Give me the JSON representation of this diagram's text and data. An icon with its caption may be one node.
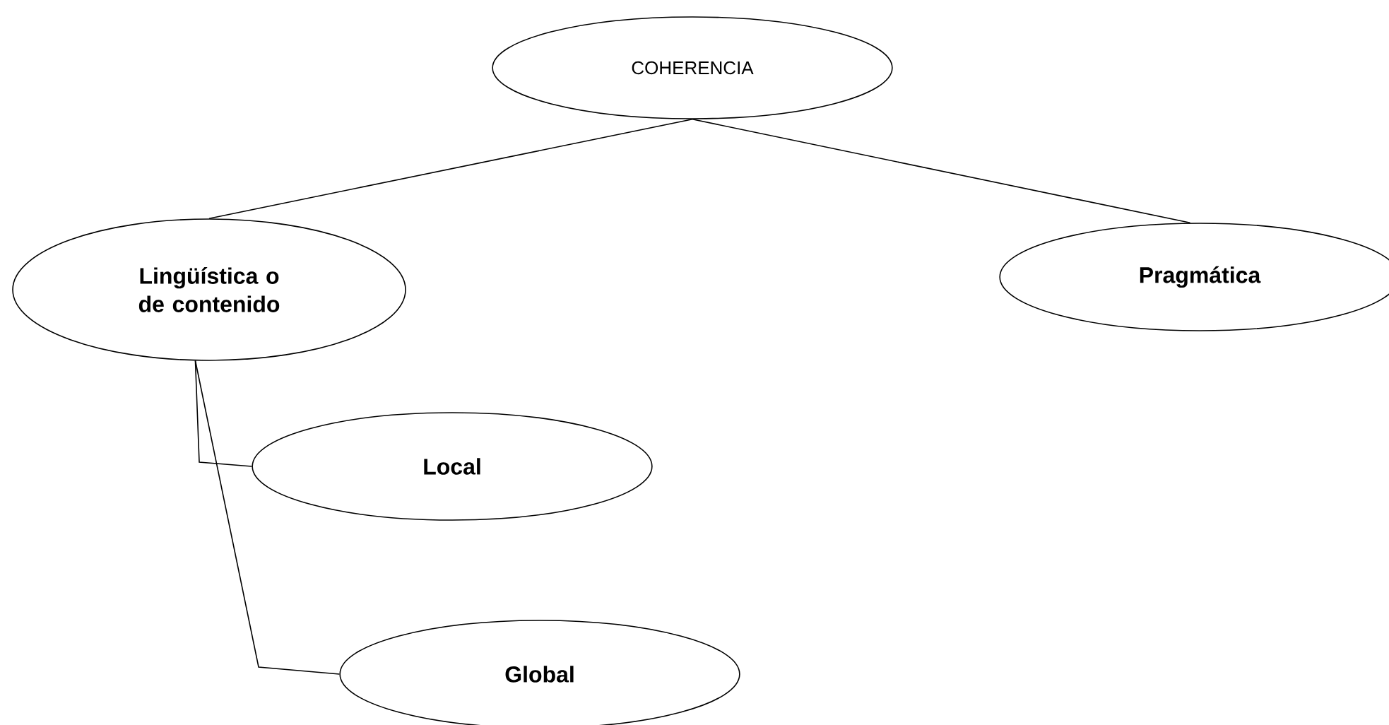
{
  "diagram": {
    "nodes": [
      {
        "text": [
          "COHERENCIA"
        ]
      },
      {
        "text": [
          "Lingüística o de contenido"
        ]
      },
      {
        "text": [
          "Pragmática"
        ]
      },
      {
        "text": [
          "Local"
        ]
      },
      {
        "text": [
          "Global"
        ]
      }
    ],
    "edges": [
      {
        "from": 0,
        "to": 1,
        "arrow": "none"
      },
      {
        "from": 0,
        "to": 2,
        "arrow": "none"
      },
      {
        "from": 1,
        "to": 3,
        "arrow": "none"
      },
      {
        "from": 1,
        "to": 4,
        "arrow": "none"
      }
    ]
  }
}
